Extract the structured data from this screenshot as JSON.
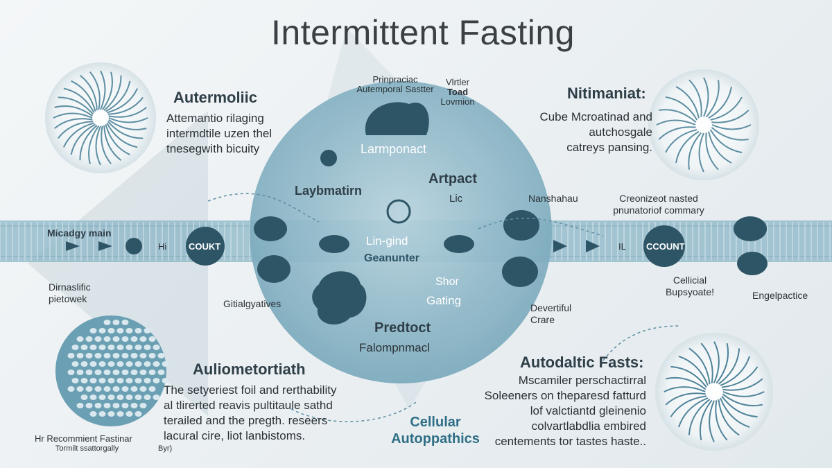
{
  "title": "Intermittent Fasting",
  "colors": {
    "accent": "#5b93a8",
    "dark": "#2e5566",
    "circle": "#7eadc0",
    "band": "#8bb6c7"
  },
  "top_left": {
    "heading": "Autermoliic",
    "lines": [
      "Attemantio rilaging",
      "intermdtile uzen thel",
      "tnesegwith bicuity"
    ]
  },
  "top_right": {
    "heading": "Nitimaniat:",
    "lines": [
      "Cube Mcroatinad and",
      "autchosgale",
      "catreys pansing."
    ]
  },
  "bottom_left": {
    "heading": "Auliometortiath",
    "lines": [
      "The setyeriest foil and rerthability",
      "al tlirerted reavis pultitaule sathd",
      "terailed and the pregth. reseers",
      "lacural cire, liot lanbistoms."
    ],
    "caption1": "Hr Recommient Fastinar",
    "caption2": "Tormilt ssattorgally",
    "caption3": "Byr)"
  },
  "bottom_right": {
    "heading": "Autodaltic Fasts:",
    "lines": [
      "Mscamiler perschactirral",
      "Soleeners on theparesd fatturd",
      "lof valctiantd gleinenio",
      "colvartlabdlia embired",
      "centements tor tastes haste.."
    ]
  },
  "center": {
    "top_label1": "Prinpraciac",
    "top_label2": "Autemporal Sastter",
    "top_right1": "Vlrtler",
    "top_right2": "Toad",
    "top_right3": "Lovmion",
    "inner_top": "Larmponact",
    "left_label": "Laybmatirn",
    "right_label": "Artpact",
    "right_sub": "Lic",
    "mid1": "Lin-gind",
    "mid2": "Geanunter",
    "short1": "Shor",
    "short2": "Gating",
    "bottom1": "Predtoct",
    "bottom2": "Falompnmacl"
  },
  "band": {
    "left_label": "Micadgy main",
    "left_hi": "Hi",
    "left_count": "COUKT",
    "right_il": "IL",
    "right_count": "CCOUNT",
    "right_label1": "Creonizeot nasted",
    "right_label2": "pnunatoriof commary",
    "nanshahau": "Nanshahau"
  },
  "misc": {
    "dirnaslific1": "Dirnaslific",
    "dirnaslific2": "pietowek",
    "gitialgyatives": "Gitialgyatives",
    "cellular1": "Cellular",
    "cellular2": "Autoppathics",
    "devwiful1": "Devertiful",
    "devwiful2": "Crare",
    "cellicial1": "Cellicial",
    "cellicial2": "Bupsyoate!",
    "engelpactice": "Engelpactice"
  }
}
